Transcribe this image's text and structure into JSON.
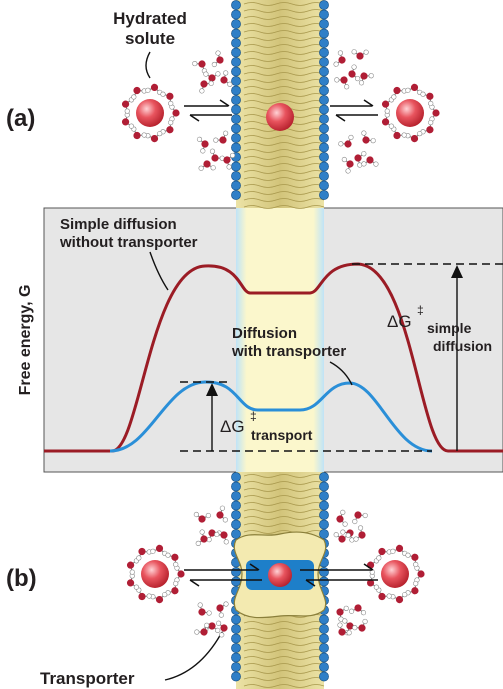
{
  "panel_labels": {
    "a": "(a)",
    "b": "(b)"
  },
  "labels": {
    "hydrated_solute_line1": "Hydrated",
    "hydrated_solute_line2": "solute",
    "simple_line1": "Simple diffusion",
    "simple_line2": "without transporter",
    "transporter_curve_line1": "Diffusion",
    "transporter_curve_line2": "with transporter",
    "y_axis": "Free energy, G",
    "dg_simple_main": "ΔG",
    "dg_simple_sup": "‡",
    "dg_simple_sub1": "simple",
    "dg_simple_sub2": "diffusion",
    "dg_transport_main": "ΔG",
    "dg_transport_sup": "‡",
    "dg_transport_sub": "transport",
    "transporter": "Transporter"
  },
  "colors": {
    "simple_diffusion_curve": "#9b1c25",
    "transporter_curve": "#2a8fd8",
    "panel_background": "#e6e6e6",
    "membrane_band": "#fbf7cc",
    "lipid_head": "#2f7fc7",
    "lipid_tail": "#d8cc82",
    "solute": "#e0454f",
    "transporter_protein": "#f3eab0",
    "transporter_channel": "#1e7fc9"
  }
}
